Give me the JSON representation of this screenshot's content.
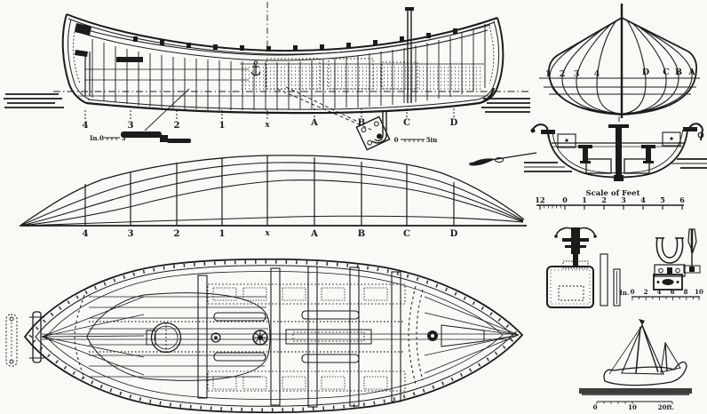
{
  "figure": {
    "bg_color": "#f9f9f6",
    "ink_color": "#1b1b1b"
  },
  "stations": [
    "4",
    "3",
    "2",
    "1",
    "x",
    "A",
    "B",
    "C",
    "D"
  ],
  "side_elevation": {
    "keel_scale": {
      "prefix": "In.0",
      "end": "3"
    },
    "plate_scale": {
      "start": "0",
      "end": "5in"
    }
  },
  "body_plan": {
    "left_labels": [
      "1",
      "2",
      "3",
      "4"
    ],
    "right_labels": [
      "D",
      "C",
      "B",
      "A"
    ]
  },
  "feet_scale": {
    "title": "Scale of Feet",
    "ticks": [
      "12",
      "0",
      "1",
      "2",
      "3",
      "4",
      "5",
      "6"
    ]
  },
  "fittings": {
    "inches_scale": {
      "prefix": "In.",
      "ticks": [
        "0",
        "2",
        "4",
        "6",
        "8",
        "10"
      ]
    }
  },
  "sail_sketch": {
    "scale_ticks": [
      "0",
      "10",
      "20ft."
    ]
  }
}
